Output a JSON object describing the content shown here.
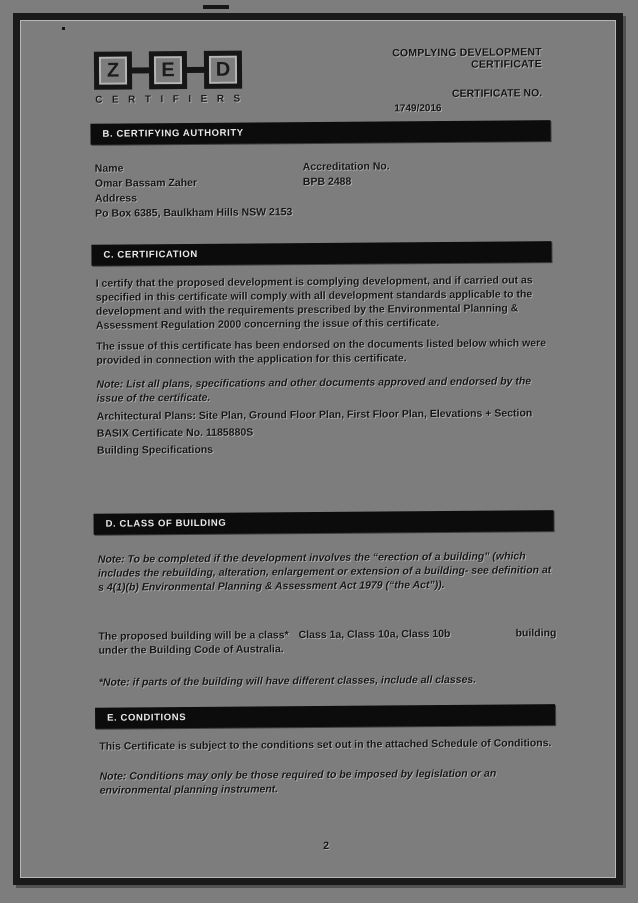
{
  "colors": {
    "paper": "#7d7d7d",
    "ink": "#141414",
    "section_bar_bg": "#0c0c0c",
    "section_bar_text": "#e9e9e9"
  },
  "logo": {
    "letters": [
      "Z",
      "E",
      "D"
    ],
    "subtext": "CERTIFIERS"
  },
  "header": {
    "title": "COMPLYING DEVELOPMENT CERTIFICATE",
    "certificate_no_label": "CERTIFICATE NO.",
    "certificate_no_value": "1749/2016"
  },
  "section_b": {
    "heading": "B. CERTIFYING AUTHORITY",
    "name_label": "Name",
    "name_value": "Omar Bassam Zaher",
    "address_label": "Address",
    "address_value": "Po Box 6385, Baulkham Hills NSW 2153",
    "accreditation_label": "Accreditation No.",
    "accreditation_value": "BPB 2488"
  },
  "section_c": {
    "heading": "C. CERTIFICATION",
    "para1": "I certify that the proposed development is complying development, and if carried out as specified in this certificate will comply with all development standards applicable to the development and with the requirements prescribed by the Environmental Planning & Assessment Regulation 2000 concerning the issue of this certificate.",
    "para2": "The issue of this certificate has been endorsed on the documents listed below which were provided in connection with the application for this certificate.",
    "note": "Note: List all plans, specifications and other documents approved and endorsed by the issue of the certificate.",
    "documents": [
      "Architectural Plans: Site Plan, Ground Floor Plan, First Floor Plan, Elevations + Section",
      "BASIX Certificate No. 1185880S",
      "Building Specifications"
    ]
  },
  "section_d": {
    "heading": "D. CLASS OF BUILDING",
    "note": "Note: To be completed if the development involves the “erection of a building” (which includes the rebuilding, alteration, enlargement or extension of a building- see definition at s 4(1)(b) Environmental Planning & Assessment Act 1979 (“the Act”)).",
    "class_prefix": "The proposed building will be a class*",
    "class_value": "Class 1a, Class 10a, Class 10b",
    "class_suffix": "building",
    "class_line2": "under the Building Code of Australia.",
    "footnote": "*Note: if parts of the building will have different classes, include all  classes."
  },
  "section_e": {
    "heading": "E. CONDITIONS",
    "para": "This Certificate is subject to the conditions set out in the attached Schedule of Conditions.",
    "note": "Note: Conditions may only be those required to be imposed by legislation or an environmental planning instrument."
  },
  "footer": {
    "page_number": "2"
  }
}
